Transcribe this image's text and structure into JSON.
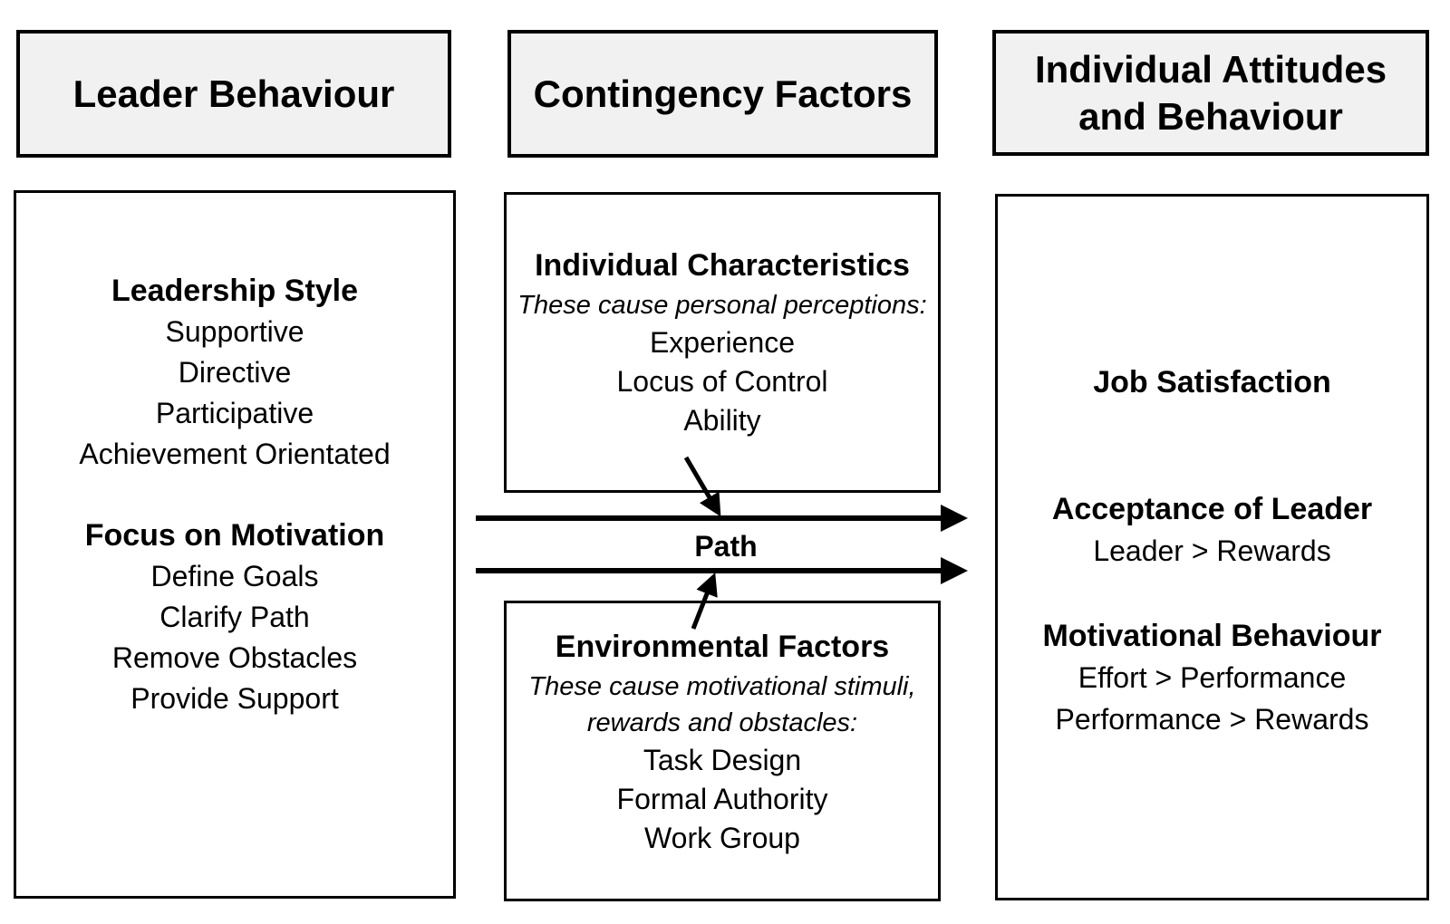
{
  "headers": {
    "left": "Leader Behaviour",
    "middle": "Contingency Factors",
    "right": "Individual Attitudes and Behaviour"
  },
  "leader_behaviour": {
    "sections": [
      {
        "title": "Leadership Style",
        "items": [
          "Supportive",
          "Directive",
          "Participative",
          "Achievement Orientated"
        ]
      },
      {
        "title": "Focus on Motivation",
        "items": [
          "Define Goals",
          "Clarify Path",
          "Remove Obstacles",
          "Provide Support"
        ]
      }
    ]
  },
  "contingency": {
    "individual_characteristics": {
      "title": "Individual Characteristics",
      "subtitle": "These cause personal perceptions:",
      "items": [
        "Experience",
        "Locus of Control",
        "Ability"
      ]
    },
    "path_label": "Path",
    "environmental_factors": {
      "title": "Environmental Factors",
      "subtitle": "These cause motivational stimuli, rewards and obstacles:",
      "items": [
        "Task Design",
        "Formal Authority",
        "Work Group"
      ]
    }
  },
  "outcomes": {
    "sections": [
      {
        "title": "Job Satisfaction",
        "items": []
      },
      {
        "title": "Acceptance of Leader",
        "items": [
          "Leader > Rewards"
        ]
      },
      {
        "title": "Motivational Behaviour",
        "items": [
          "Effort > Performance",
          "Performance > Rewards"
        ]
      }
    ]
  },
  "colors": {
    "header_fill": "#f1f1f1",
    "border": "#000000",
    "text": "#000000",
    "background": "#ffffff"
  }
}
